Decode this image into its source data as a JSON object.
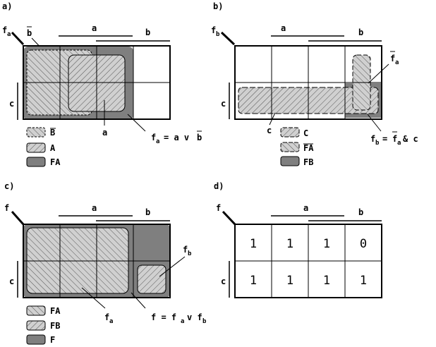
{
  "panel_a": {
    "tag": "a)",
    "func": "f",
    "func_sub": "a",
    "var_a": "a",
    "var_b": "b",
    "var_c": "c",
    "nb_label": "b",
    "leader_a": "a",
    "legend": [
      {
        "text": "B",
        "overline": true
      },
      {
        "text": "A"
      },
      {
        "text": "FA"
      }
    ],
    "eq_f": "f",
    "eq_sub": "a",
    "eq_rest": "= a v",
    "eq_b": "b"
  },
  "panel_b": {
    "tag": "b)",
    "func": "f",
    "func_sub": "b",
    "var_a": "a",
    "var_b": "b",
    "var_c": "c",
    "fa_label": "f",
    "fa_sub": "a",
    "leader_c": "c",
    "legend": [
      {
        "text": "C"
      },
      {
        "text": "FA",
        "overline": true
      },
      {
        "text": "FB"
      }
    ],
    "eq_f": "f",
    "eq_sub": "b",
    "eq_eq": "=",
    "eq_fa": "f",
    "eq_fa_sub": "a",
    "eq_rest": "& c"
  },
  "panel_c": {
    "tag": "c)",
    "func": "f",
    "var_a": "a",
    "var_b": "b",
    "var_c": "c",
    "fb_label": "f",
    "fb_sub": "b",
    "fa_label": "f",
    "fa_sub": "a",
    "legend": [
      {
        "text": "FA"
      },
      {
        "text": "FB"
      },
      {
        "text": "F"
      }
    ],
    "eq_lhs": "f = f",
    "eq_sub1": "a",
    "eq_v": "v f",
    "eq_sub2": "b"
  },
  "panel_d": {
    "tag": "d)",
    "func": "f",
    "var_a": "a",
    "var_b": "b",
    "var_c": "c",
    "cells": [
      [
        "1",
        "1",
        "1",
        "0"
      ],
      [
        "1",
        "1",
        "1",
        "1"
      ]
    ]
  },
  "colors": {
    "fill_dark": "#7f7f7f",
    "fill_hatch": "#d0d0d0",
    "line": "#000000"
  }
}
